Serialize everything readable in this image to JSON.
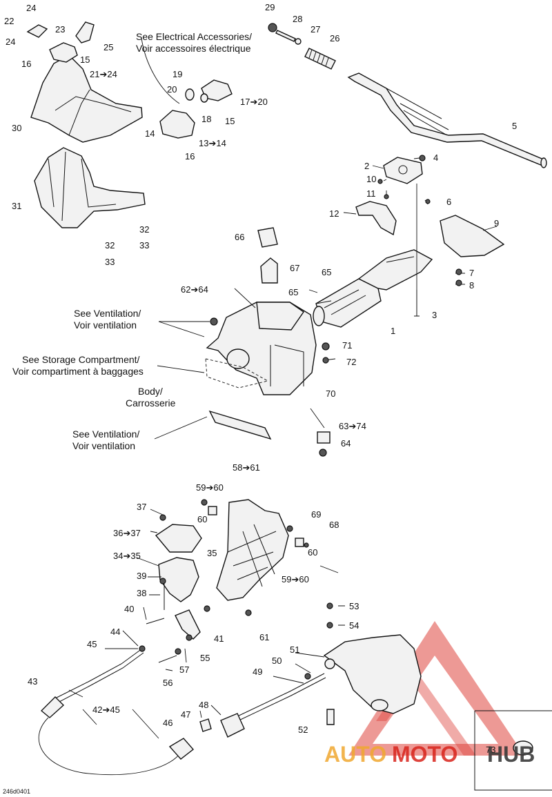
{
  "diagram_ref": "246d0401",
  "notes": {
    "electrical": [
      "See Electrical Accessories/",
      "Voir accessoires électrique"
    ],
    "ventilation_top": [
      "See Ventilation/",
      "Voir ventilation"
    ],
    "storage": [
      "See Storage Compartment/",
      "Voir compartiment à baggages"
    ],
    "body": [
      "Body/",
      "Carrosserie"
    ],
    "ventilation_bottom": [
      "See Ventilation/",
      "Voir ventilation"
    ]
  },
  "callouts": [
    {
      "id": "c24a",
      "text": "24"
    },
    {
      "id": "c22",
      "text": "22"
    },
    {
      "id": "c23",
      "text": "23"
    },
    {
      "id": "c25",
      "text": "25"
    },
    {
      "id": "c24b",
      "text": "24"
    },
    {
      "id": "c15a",
      "text": "15"
    },
    {
      "id": "c16a",
      "text": "16"
    },
    {
      "id": "c21",
      "text": "21➔24"
    },
    {
      "id": "c30",
      "text": "30"
    },
    {
      "id": "c19",
      "text": "19"
    },
    {
      "id": "c20",
      "text": "20"
    },
    {
      "id": "c17",
      "text": "17➔20"
    },
    {
      "id": "c18",
      "text": "18"
    },
    {
      "id": "c15b",
      "text": "15"
    },
    {
      "id": "c14",
      "text": "14"
    },
    {
      "id": "c13",
      "text": "13➔14"
    },
    {
      "id": "c16b",
      "text": "16"
    },
    {
      "id": "c31",
      "text": "31"
    },
    {
      "id": "c32a",
      "text": "32"
    },
    {
      "id": "c32b",
      "text": "32"
    },
    {
      "id": "c33a",
      "text": "33"
    },
    {
      "id": "c33b",
      "text": "33"
    },
    {
      "id": "c29",
      "text": "29"
    },
    {
      "id": "c28",
      "text": "28"
    },
    {
      "id": "c27",
      "text": "27"
    },
    {
      "id": "c26",
      "text": "26"
    },
    {
      "id": "c5",
      "text": "5"
    },
    {
      "id": "c2",
      "text": "2"
    },
    {
      "id": "c4",
      "text": "4"
    },
    {
      "id": "c10",
      "text": "10"
    },
    {
      "id": "c11",
      "text": "11"
    },
    {
      "id": "c6",
      "text": "6"
    },
    {
      "id": "c12",
      "text": "12"
    },
    {
      "id": "c9",
      "text": "9"
    },
    {
      "id": "c66",
      "text": "66"
    },
    {
      "id": "c67",
      "text": "67"
    },
    {
      "id": "c65a",
      "text": "65"
    },
    {
      "id": "c65b",
      "text": "65"
    },
    {
      "id": "c7",
      "text": "7"
    },
    {
      "id": "c8",
      "text": "8"
    },
    {
      "id": "c62",
      "text": "62➔64"
    },
    {
      "id": "c3",
      "text": "3"
    },
    {
      "id": "c1",
      "text": "1"
    },
    {
      "id": "c71",
      "text": "71"
    },
    {
      "id": "c72",
      "text": "72"
    },
    {
      "id": "c70",
      "text": "70"
    },
    {
      "id": "c63",
      "text": "63➔74"
    },
    {
      "id": "c64",
      "text": "64"
    },
    {
      "id": "c58",
      "text": "58➔61"
    },
    {
      "id": "c59a",
      "text": "59➔60"
    },
    {
      "id": "c60a",
      "text": "60"
    },
    {
      "id": "c37",
      "text": "37"
    },
    {
      "id": "c36",
      "text": "36➔37"
    },
    {
      "id": "c69",
      "text": "69"
    },
    {
      "id": "c68",
      "text": "68"
    },
    {
      "id": "c60b",
      "text": "60"
    },
    {
      "id": "c34",
      "text": "34➔35"
    },
    {
      "id": "c35",
      "text": "35"
    },
    {
      "id": "c59b",
      "text": "59➔60"
    },
    {
      "id": "c39",
      "text": "39"
    },
    {
      "id": "c38",
      "text": "38"
    },
    {
      "id": "c40",
      "text": "40"
    },
    {
      "id": "c41",
      "text": "41"
    },
    {
      "id": "c61",
      "text": "61"
    },
    {
      "id": "c53",
      "text": "53"
    },
    {
      "id": "c54",
      "text": "54"
    },
    {
      "id": "c44",
      "text": "44"
    },
    {
      "id": "c45",
      "text": "45"
    },
    {
      "id": "c55",
      "text": "55"
    },
    {
      "id": "c51",
      "text": "51"
    },
    {
      "id": "c50",
      "text": "50"
    },
    {
      "id": "c49",
      "text": "49"
    },
    {
      "id": "c57",
      "text": "57"
    },
    {
      "id": "c43",
      "text": "43"
    },
    {
      "id": "c56",
      "text": "56"
    },
    {
      "id": "c42",
      "text": "42➔45"
    },
    {
      "id": "c48",
      "text": "48"
    },
    {
      "id": "c47",
      "text": "47"
    },
    {
      "id": "c46",
      "text": "46"
    },
    {
      "id": "c52",
      "text": "52"
    },
    {
      "id": "c73",
      "text": "73"
    }
  ],
  "watermark": {
    "part1": "AUTO",
    "part2": "MOTO",
    "part3": "HUB",
    "colors": {
      "auto": "#f0a830",
      "moto": "#d9241c",
      "hub": "#3a3a3a",
      "triangle": "#d9241c"
    }
  }
}
